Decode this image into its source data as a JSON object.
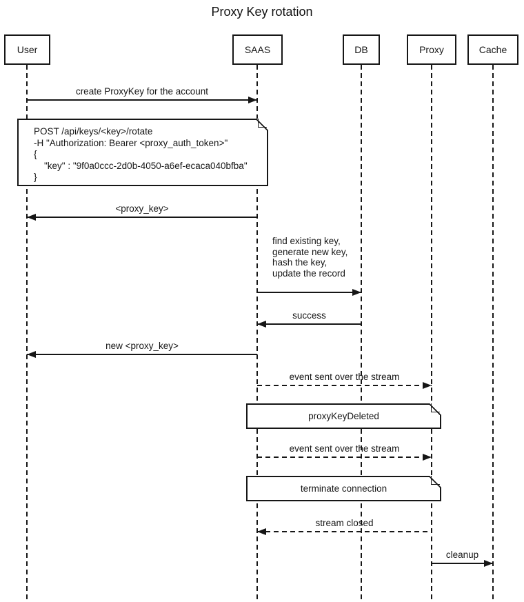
{
  "title": "Proxy Key rotation",
  "actors": [
    {
      "name": "User"
    },
    {
      "name": "SAAS"
    },
    {
      "name": "DB"
    },
    {
      "name": "Proxy"
    },
    {
      "name": "Cache"
    }
  ],
  "messages": {
    "create_proxykey": "create ProxyKey for the account",
    "proxy_key_return": "<proxy_key>",
    "success": "success",
    "new_proxy_key": "new <proxy_key>",
    "event_stream_1": "event sent over the stream",
    "event_stream_2": "event sent over the stream",
    "stream_closed": "stream closed",
    "cleanup": "cleanup"
  },
  "self_note": {
    "lines": [
      "find existing key,",
      "generate new key,",
      "hash the key,",
      "update the record"
    ]
  },
  "notes": {
    "post_request": {
      "lines": [
        "POST /api/keys/<key>/rotate",
        "-H \"Authorization: Bearer <proxy_auth_token>\"",
        "{",
        "    \"key\" : \"9f0a0ccc-2d0b-4050-a6ef-ecaca040bfba\"",
        "}"
      ]
    },
    "proxy_key_deleted": "proxyKeyDeleted",
    "terminate_connection": "terminate connection"
  },
  "colors": {
    "stroke": "#161616",
    "background": "#ffffff"
  }
}
